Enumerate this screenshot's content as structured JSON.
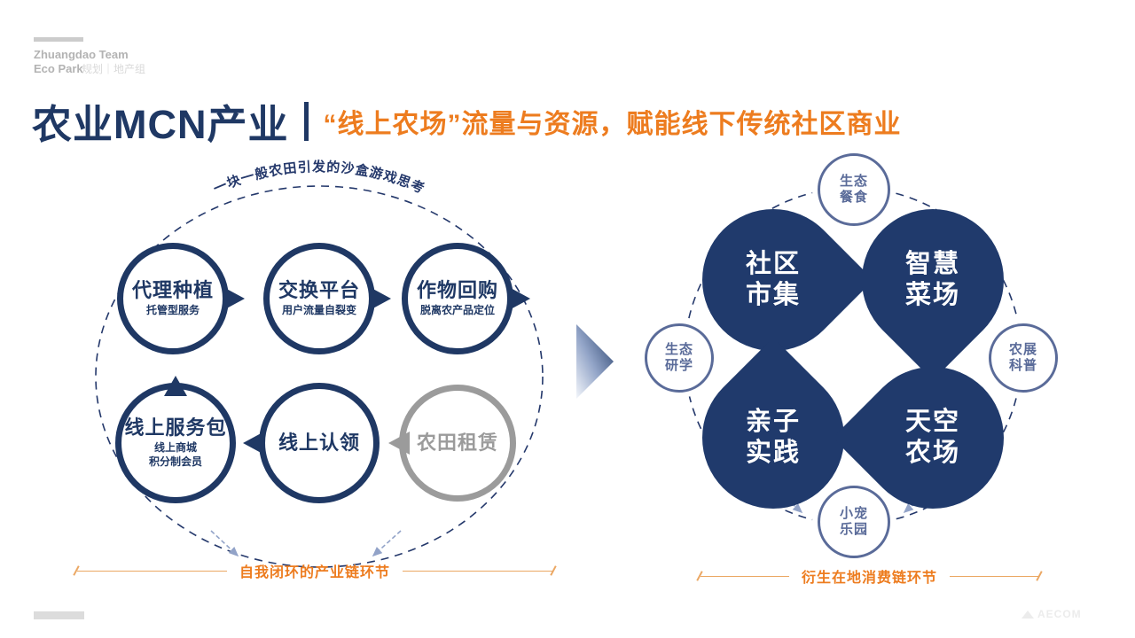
{
  "logo": {
    "line1": "Zhuangdao Team",
    "line2": "Eco Park",
    "overlay": "规划｜地产组"
  },
  "title": {
    "main": "农业MCN产业",
    "subtitle": "“线上农场”流量与资源，赋能线下传统社区商业"
  },
  "left_diagram": {
    "arc_caption": "一块一般农田引发的沙盒游戏思考",
    "nodes": [
      {
        "label": "代理种植",
        "sub": "托管型服务"
      },
      {
        "label": "交换平台",
        "sub": "用户流量自裂变"
      },
      {
        "label": "作物回购",
        "sub": "脱离农产品定位"
      },
      {
        "label": "线上服务包",
        "sub": "线上商城\n积分制会员"
      },
      {
        "label": "线上认领",
        "sub": ""
      },
      {
        "label": "农田租赁",
        "sub": ""
      }
    ],
    "footer": "自我闭环的产业链环节"
  },
  "right_diagram": {
    "blobs": [
      {
        "line1": "社区",
        "line2": "市集"
      },
      {
        "line1": "智慧",
        "line2": "菜场"
      },
      {
        "line1": "亲子",
        "line2": "实践"
      },
      {
        "line1": "天空",
        "line2": "农场"
      }
    ],
    "satellites": [
      {
        "line1": "生态",
        "line2": "餐食"
      },
      {
        "line1": "农展",
        "line2": "科普"
      },
      {
        "line1": "小宠",
        "line2": "乐园"
      },
      {
        "line1": "生态",
        "line2": "研学"
      }
    ],
    "footer": "衍生在地消费链环节"
  },
  "watermark": "AECOM",
  "colors": {
    "navy": "#1F3864",
    "blob_fill": "#203A6C",
    "orange": "#ED7C1F",
    "orange_line": "#EBA763",
    "gray_node": "#9B9B9B",
    "slate_satellite": "#5A6B99",
    "arrow_periwinkle": "#92A3C8"
  }
}
